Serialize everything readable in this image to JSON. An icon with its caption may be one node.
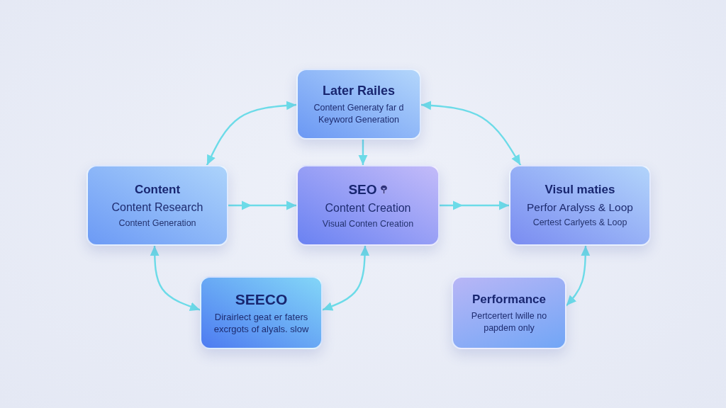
{
  "diagram": {
    "nodes": [
      {
        "text": [
          "Later Railes",
          "Content Generaty far d Keyword Generation"
        ]
      },
      {
        "text": [
          "Content",
          "Content Research",
          "Content Generation"
        ]
      },
      {
        "text": [
          "SEO",
          "Content Creation",
          "Visual Conten Creation"
        ]
      },
      {
        "text": [
          "Visul maties",
          "Perfor Aralyss & Loop",
          "Certest Carlyets & Loop"
        ]
      },
      {
        "text": [
          "SEECO",
          "Dirairlect geat er faters excrgots of alyals. slow"
        ]
      },
      {
        "text": [
          "Performance",
          "Pertcertert lwille no papdem only"
        ]
      }
    ],
    "edges": [
      {
        "from": 0,
        "to": 1,
        "arrow": "both"
      },
      {
        "from": 0,
        "to": 3,
        "arrow": "both"
      },
      {
        "from": 0,
        "to": 2,
        "arrow": "to"
      },
      {
        "from": 1,
        "to": 2,
        "arrow": "to"
      },
      {
        "from": 2,
        "to": 3,
        "arrow": "to"
      },
      {
        "from": 1,
        "to": 4,
        "arrow": "both"
      },
      {
        "from": 2,
        "to": 4,
        "arrow": "both"
      },
      {
        "from": 3,
        "to": 5,
        "arrow": "both"
      }
    ]
  }
}
